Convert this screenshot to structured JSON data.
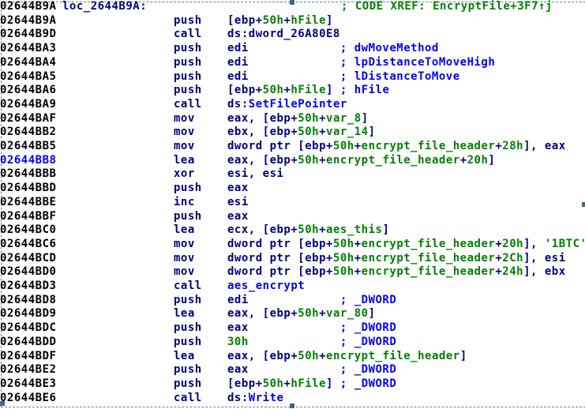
{
  "colors": {
    "address": "#000000",
    "selected_address": "#0000ff",
    "mnemonic": "#000080",
    "operand": "#000080",
    "number_or_var": "#008000",
    "comment": "#0000ff",
    "xref": "#008000"
  },
  "header": {
    "address": "02644B9A",
    "label": "loc_2644B9A:",
    "xref": "; CODE XREF: EncryptFile+3F7↑j"
  },
  "lines": [
    {
      "addr": "02644B9A",
      "mn": "push",
      "ops": [
        [
          "[ebp+",
          "n"
        ],
        [
          "50h",
          "g"
        ],
        [
          "+",
          "n"
        ],
        [
          "hFile",
          "g"
        ],
        [
          "]",
          "n"
        ]
      ]
    },
    {
      "addr": "02644B9D",
      "mn": "call",
      "ops": [
        [
          "ds:dword_26A80E8",
          "n"
        ]
      ]
    },
    {
      "addr": "02644BA3",
      "mn": "push",
      "ops": [
        [
          "edi             ",
          "n"
        ],
        [
          "; dwMoveMethod",
          "b"
        ]
      ]
    },
    {
      "addr": "02644BA4",
      "mn": "push",
      "ops": [
        [
          "edi             ",
          "n"
        ],
        [
          "; lpDistanceToMoveHigh",
          "b"
        ]
      ]
    },
    {
      "addr": "02644BA5",
      "mn": "push",
      "ops": [
        [
          "edi             ",
          "n"
        ],
        [
          "; lDistanceToMove",
          "b"
        ]
      ]
    },
    {
      "addr": "02644BA6",
      "mn": "push",
      "ops": [
        [
          "[ebp+",
          "n"
        ],
        [
          "50h",
          "g"
        ],
        [
          "+",
          "n"
        ],
        [
          "hFile",
          "g"
        ],
        [
          "] ",
          "n"
        ],
        [
          "; hFile",
          "b"
        ]
      ]
    },
    {
      "addr": "02644BA9",
      "mn": "call",
      "ops": [
        [
          "ds:",
          "n"
        ],
        [
          "SetFilePointer",
          "b"
        ]
      ]
    },
    {
      "addr": "02644BAF",
      "mn": "mov",
      "ops": [
        [
          "eax, [ebp+",
          "n"
        ],
        [
          "50h",
          "g"
        ],
        [
          "+",
          "n"
        ],
        [
          "var_8",
          "g"
        ],
        [
          "]",
          "n"
        ]
      ]
    },
    {
      "addr": "02644BB2",
      "mn": "mov",
      "ops": [
        [
          "ebx, [ebp+",
          "n"
        ],
        [
          "50h",
          "g"
        ],
        [
          "+",
          "n"
        ],
        [
          "var_14",
          "g"
        ],
        [
          "]",
          "n"
        ]
      ]
    },
    {
      "addr": "02644BB5",
      "mn": "mov",
      "ops": [
        [
          "dword ptr [ebp+",
          "n"
        ],
        [
          "50h",
          "g"
        ],
        [
          "+",
          "n"
        ],
        [
          "encrypt_file_header",
          "g"
        ],
        [
          "+",
          "n"
        ],
        [
          "28h",
          "g"
        ],
        [
          "], eax",
          "n"
        ]
      ]
    },
    {
      "addr": "02644BB8",
      "selected": true,
      "mn": "lea",
      "ops": [
        [
          "eax, [ebp+",
          "n"
        ],
        [
          "50h",
          "g"
        ],
        [
          "+",
          "n"
        ],
        [
          "encrypt_file_header",
          "g"
        ],
        [
          "+",
          "n"
        ],
        [
          "20h",
          "g"
        ],
        [
          "]",
          "n"
        ]
      ]
    },
    {
      "addr": "02644BBB",
      "mn": "xor",
      "ops": [
        [
          "esi, esi",
          "n"
        ]
      ]
    },
    {
      "addr": "02644BBD",
      "mn": "push",
      "ops": [
        [
          "eax",
          "n"
        ]
      ]
    },
    {
      "addr": "02644BBE",
      "mn": "inc",
      "ops": [
        [
          "esi",
          "n"
        ]
      ]
    },
    {
      "addr": "02644BBF",
      "mn": "push",
      "ops": [
        [
          "eax",
          "n"
        ]
      ]
    },
    {
      "addr": "02644BC0",
      "mn": "lea",
      "ops": [
        [
          "ecx, [ebp+",
          "n"
        ],
        [
          "50h",
          "g"
        ],
        [
          "+",
          "n"
        ],
        [
          "aes_this",
          "g"
        ],
        [
          "]",
          "n"
        ]
      ]
    },
    {
      "addr": "02644BC6",
      "mn": "mov",
      "ops": [
        [
          "dword ptr [ebp+",
          "n"
        ],
        [
          "50h",
          "g"
        ],
        [
          "+",
          "n"
        ],
        [
          "encrypt_file_header",
          "g"
        ],
        [
          "+",
          "n"
        ],
        [
          "20h",
          "g"
        ],
        [
          "], ",
          "n"
        ],
        [
          "'1BTC'",
          "g"
        ]
      ]
    },
    {
      "addr": "02644BCD",
      "mn": "mov",
      "ops": [
        [
          "dword ptr [ebp+",
          "n"
        ],
        [
          "50h",
          "g"
        ],
        [
          "+",
          "n"
        ],
        [
          "encrypt_file_header",
          "g"
        ],
        [
          "+",
          "n"
        ],
        [
          "2Ch",
          "g"
        ],
        [
          "], esi",
          "n"
        ]
      ]
    },
    {
      "addr": "02644BD0",
      "mn": "mov",
      "ops": [
        [
          "dword ptr [ebp+",
          "n"
        ],
        [
          "50h",
          "g"
        ],
        [
          "+",
          "n"
        ],
        [
          "encrypt_file_header",
          "g"
        ],
        [
          "+",
          "n"
        ],
        [
          "24h",
          "g"
        ],
        [
          "], ebx",
          "n"
        ]
      ]
    },
    {
      "addr": "02644BD3",
      "mn": "call",
      "ops": [
        [
          "aes_encrypt",
          "b"
        ]
      ]
    },
    {
      "addr": "02644BD8",
      "mn": "push",
      "ops": [
        [
          "edi             ",
          "n"
        ],
        [
          "; _DWORD",
          "b"
        ]
      ]
    },
    {
      "addr": "02644BD9",
      "mn": "lea",
      "ops": [
        [
          "eax, [ebp+",
          "n"
        ],
        [
          "50h",
          "g"
        ],
        [
          "+",
          "n"
        ],
        [
          "var_80",
          "g"
        ],
        [
          "]",
          "n"
        ]
      ]
    },
    {
      "addr": "02644BDC",
      "mn": "push",
      "ops": [
        [
          "eax             ",
          "n"
        ],
        [
          "; _DWORD",
          "b"
        ]
      ]
    },
    {
      "addr": "02644BDD",
      "mn": "push",
      "ops": [
        [
          "30h",
          "g"
        ],
        [
          "             ",
          "n"
        ],
        [
          "; _DWORD",
          "b"
        ]
      ]
    },
    {
      "addr": "02644BDF",
      "mn": "lea",
      "ops": [
        [
          "eax, [ebp+",
          "n"
        ],
        [
          "50h",
          "g"
        ],
        [
          "+",
          "n"
        ],
        [
          "encrypt_file_header",
          "g"
        ],
        [
          "]",
          "n"
        ]
      ]
    },
    {
      "addr": "02644BE2",
      "mn": "push",
      "ops": [
        [
          "eax             ",
          "n"
        ],
        [
          "; _DWORD",
          "b"
        ]
      ]
    },
    {
      "addr": "02644BE3",
      "mn": "push",
      "ops": [
        [
          "[ebp+",
          "n"
        ],
        [
          "50h",
          "g"
        ],
        [
          "+",
          "n"
        ],
        [
          "hFile",
          "g"
        ],
        [
          "] ",
          "n"
        ],
        [
          "; _DWORD",
          "b"
        ]
      ]
    },
    {
      "addr": "02644BE6",
      "mn": "call",
      "ops": [
        [
          "ds:",
          "n"
        ],
        [
          "Write",
          "b"
        ]
      ]
    }
  ]
}
